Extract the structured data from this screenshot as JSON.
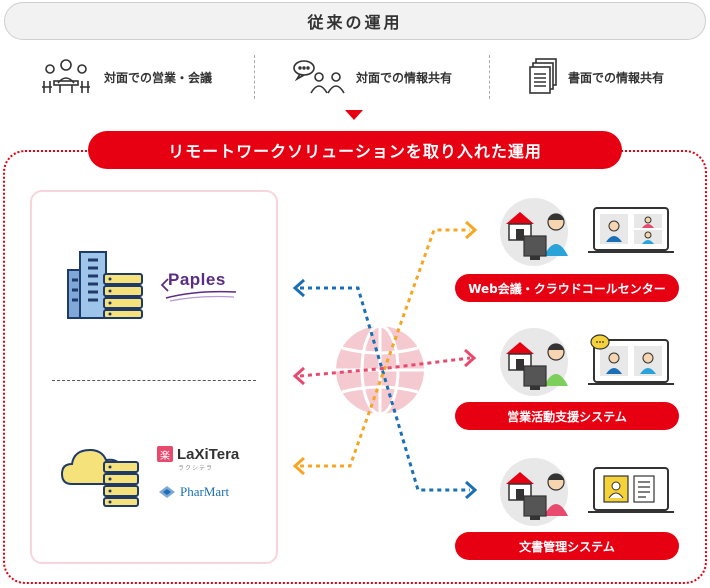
{
  "header": {
    "title": "従来の運用"
  },
  "traditional": [
    {
      "label": "対面での営業・会議",
      "icon": "meeting-icon"
    },
    {
      "label": "対面での情報共有",
      "icon": "chat-people-icon"
    },
    {
      "label": "書面での情報共有",
      "icon": "documents-icon"
    }
  ],
  "remote": {
    "title": "リモートワークソリューションを取り入れた運用"
  },
  "left": {
    "top_logo": "Paples",
    "bottom_logos": [
      {
        "name": "LaXiTera",
        "sub": "ラクシテラ",
        "mark": "楽"
      },
      {
        "name": "PharMart"
      }
    ]
  },
  "right": [
    {
      "label": "Web会議・クラウドコールセンター"
    },
    {
      "label": "営業活動支援システム"
    },
    {
      "label": "文書管理システム"
    }
  ],
  "colors": {
    "accent_red": "#e60012",
    "orange": "#f5a623",
    "blue": "#1a6fb5",
    "pink": "#e84a6e",
    "navy": "#1f3a68"
  }
}
